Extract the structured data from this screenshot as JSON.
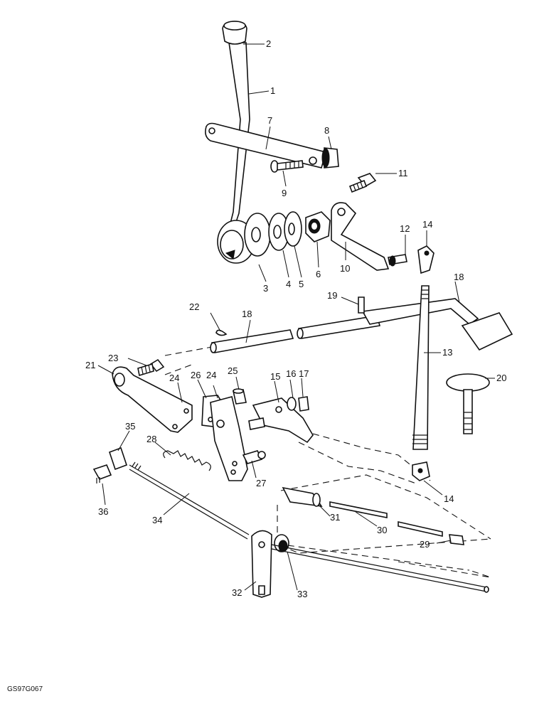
{
  "reference_code": "GS97G067",
  "callouts": [
    {
      "id": "c1",
      "text": "1"
    },
    {
      "id": "c2",
      "text": "2"
    },
    {
      "id": "c3",
      "text": "3"
    },
    {
      "id": "c4",
      "text": "4"
    },
    {
      "id": "c5",
      "text": "5"
    },
    {
      "id": "c6",
      "text": "6"
    },
    {
      "id": "c7",
      "text": "7"
    },
    {
      "id": "c8",
      "text": "8"
    },
    {
      "id": "c9",
      "text": "9"
    },
    {
      "id": "c10",
      "text": "10"
    },
    {
      "id": "c11",
      "text": "11"
    },
    {
      "id": "c12",
      "text": "12"
    },
    {
      "id": "c14a",
      "text": "14"
    },
    {
      "id": "c18a",
      "text": "18"
    },
    {
      "id": "c19",
      "text": "19"
    },
    {
      "id": "c22",
      "text": "22"
    },
    {
      "id": "c18b",
      "text": "18"
    },
    {
      "id": "c13",
      "text": "13"
    },
    {
      "id": "c20",
      "text": "20"
    },
    {
      "id": "c23",
      "text": "23"
    },
    {
      "id": "c21",
      "text": "21"
    },
    {
      "id": "c25",
      "text": "25"
    },
    {
      "id": "c26",
      "text": "26"
    },
    {
      "id": "c24a",
      "text": "24"
    },
    {
      "id": "c24b",
      "text": "24"
    },
    {
      "id": "c15",
      "text": "15"
    },
    {
      "id": "c16",
      "text": "16"
    },
    {
      "id": "c17",
      "text": "17"
    },
    {
      "id": "c35",
      "text": "35"
    },
    {
      "id": "c28",
      "text": "28"
    },
    {
      "id": "c27",
      "text": "27"
    },
    {
      "id": "c14b",
      "text": "14"
    },
    {
      "id": "c36",
      "text": "36"
    },
    {
      "id": "c34",
      "text": "34"
    },
    {
      "id": "c31",
      "text": "31"
    },
    {
      "id": "c30",
      "text": "30"
    },
    {
      "id": "c29",
      "text": "29"
    },
    {
      "id": "c32",
      "text": "32"
    },
    {
      "id": "c33",
      "text": "33"
    }
  ]
}
